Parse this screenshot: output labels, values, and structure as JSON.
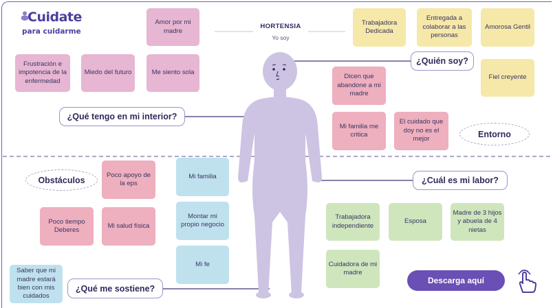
{
  "logo": {
    "main": "Cuidate",
    "sub": "para cuidarme"
  },
  "profile": {
    "name": "HORTENSIA",
    "role": "Yo soy"
  },
  "questions": {
    "who": "¿Quién soy?",
    "inside": "¿Qué tengo en mi interior?",
    "labor": "¿Cuál es mi labor?",
    "sustain": "¿Qué me sostiene?"
  },
  "ovals": {
    "entorno": "Entorno",
    "obstaculos": "Obstáculos"
  },
  "cards": {
    "amor": "Amor por mi madre",
    "frustracion": "Frustración e impotencia de la enfermedad",
    "miedo": "Miedo del futuro",
    "sola": "Me siento sola",
    "trabajadora_dedicada": "Trabajadora Dedicada",
    "entregada": "Entregada a colaborar a las personas",
    "amorosa": "Amorosa Gentil",
    "fiel": "Fiel creyente",
    "dicen": "Dicen que abandone a mi madre",
    "familia_critica": "Mi familia me critica",
    "cuidado": "El cuidado que doy no es el mejor",
    "poco_apoyo": "Poco apoyo de la eps",
    "poco_tiempo": "Poco tiempo Deberes",
    "salud": "Mi salud física",
    "mi_familia": "Mi familia",
    "negocio": "Montar mi propio negocio",
    "fe": "Mi fe",
    "saber": "Saber que mi madre estará bien con mis cuidados",
    "independiente": "Trabajadora independiente",
    "esposa": "Esposa",
    "madre_hijos": "Madre de 3 hijos y abuela de 4 nietas",
    "cuidadora": "Cuidadora de mi madre"
  },
  "download": {
    "label": "Descarga aquí"
  },
  "colors": {
    "purple": "#6a4fb5",
    "pink": "#e7b6d3",
    "red": "#eeafbe",
    "yellow": "#f5e8a9",
    "blue": "#bfe1ee",
    "green": "#cfe6bd",
    "figure": "#cdc3e3"
  },
  "icons": [
    "person-icon",
    "pointer-hand-icon"
  ]
}
